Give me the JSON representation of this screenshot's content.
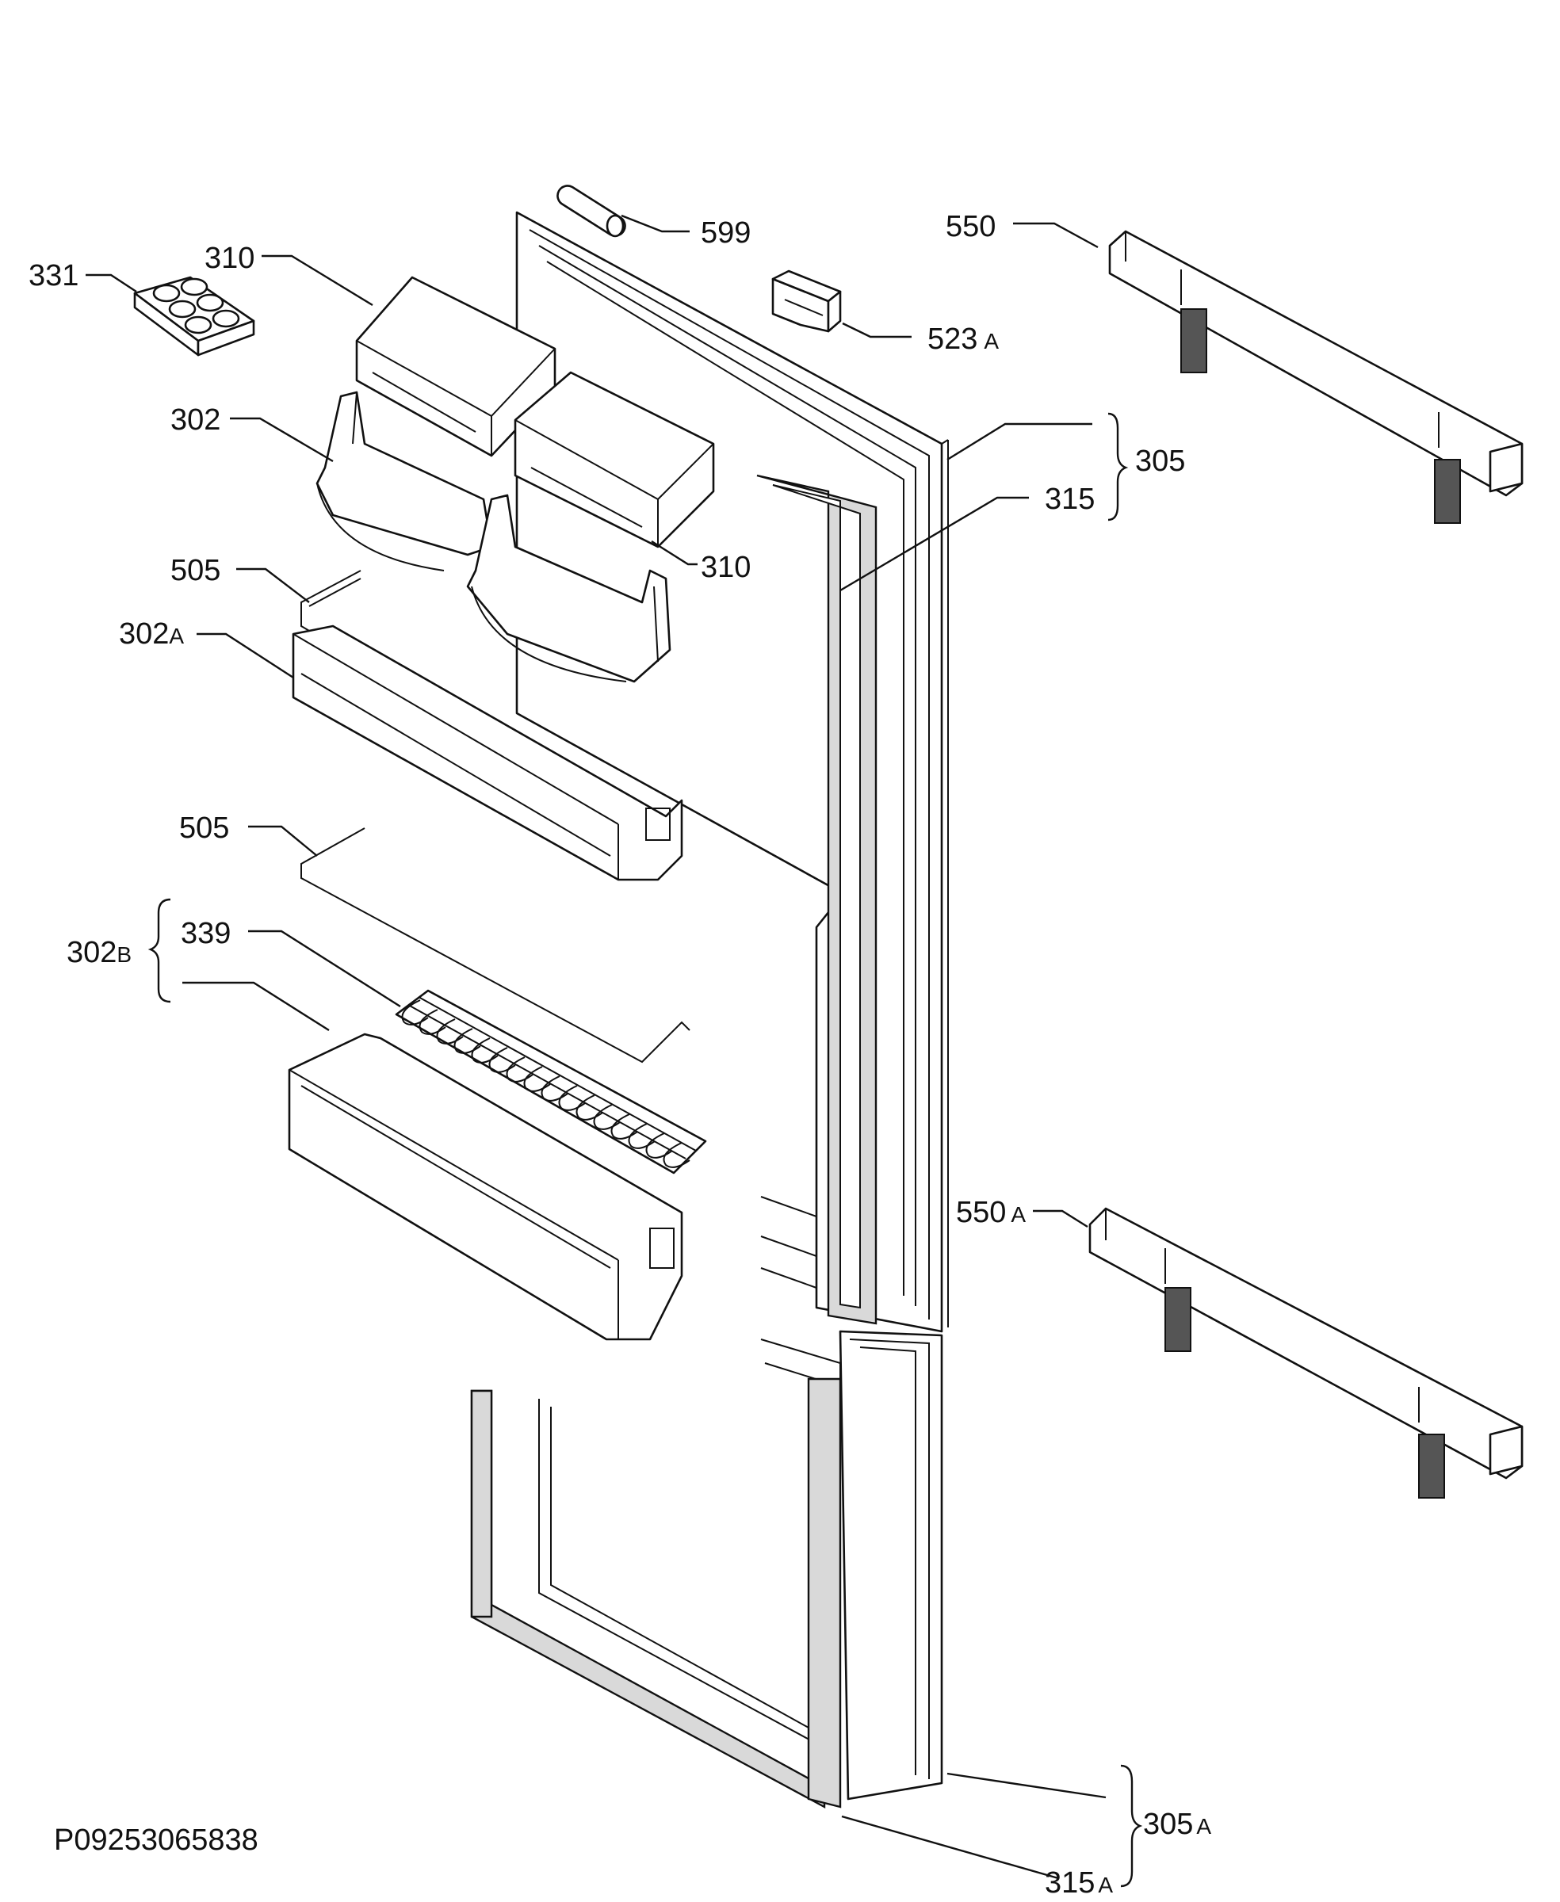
{
  "drawing_number": "P09253065838",
  "callouts": {
    "c599": "599",
    "c550": "550",
    "c550a_num": "550",
    "c550a_sfx": "A",
    "c331": "331",
    "c310a": "310",
    "c310b": "310",
    "c523a_num": "523",
    "c523a_sfx": "A",
    "c302": "302",
    "c305": "305",
    "c315": "315",
    "c505a": "505",
    "c302a_num": "302",
    "c302a_sfx": "A",
    "c505b": "505",
    "c339": "339",
    "c302b_num": "302",
    "c302b_sfx": "B",
    "c305a_num": "305",
    "c305a_sfx": "A",
    "c315a_num": "315",
    "c315a_sfx": "A"
  }
}
